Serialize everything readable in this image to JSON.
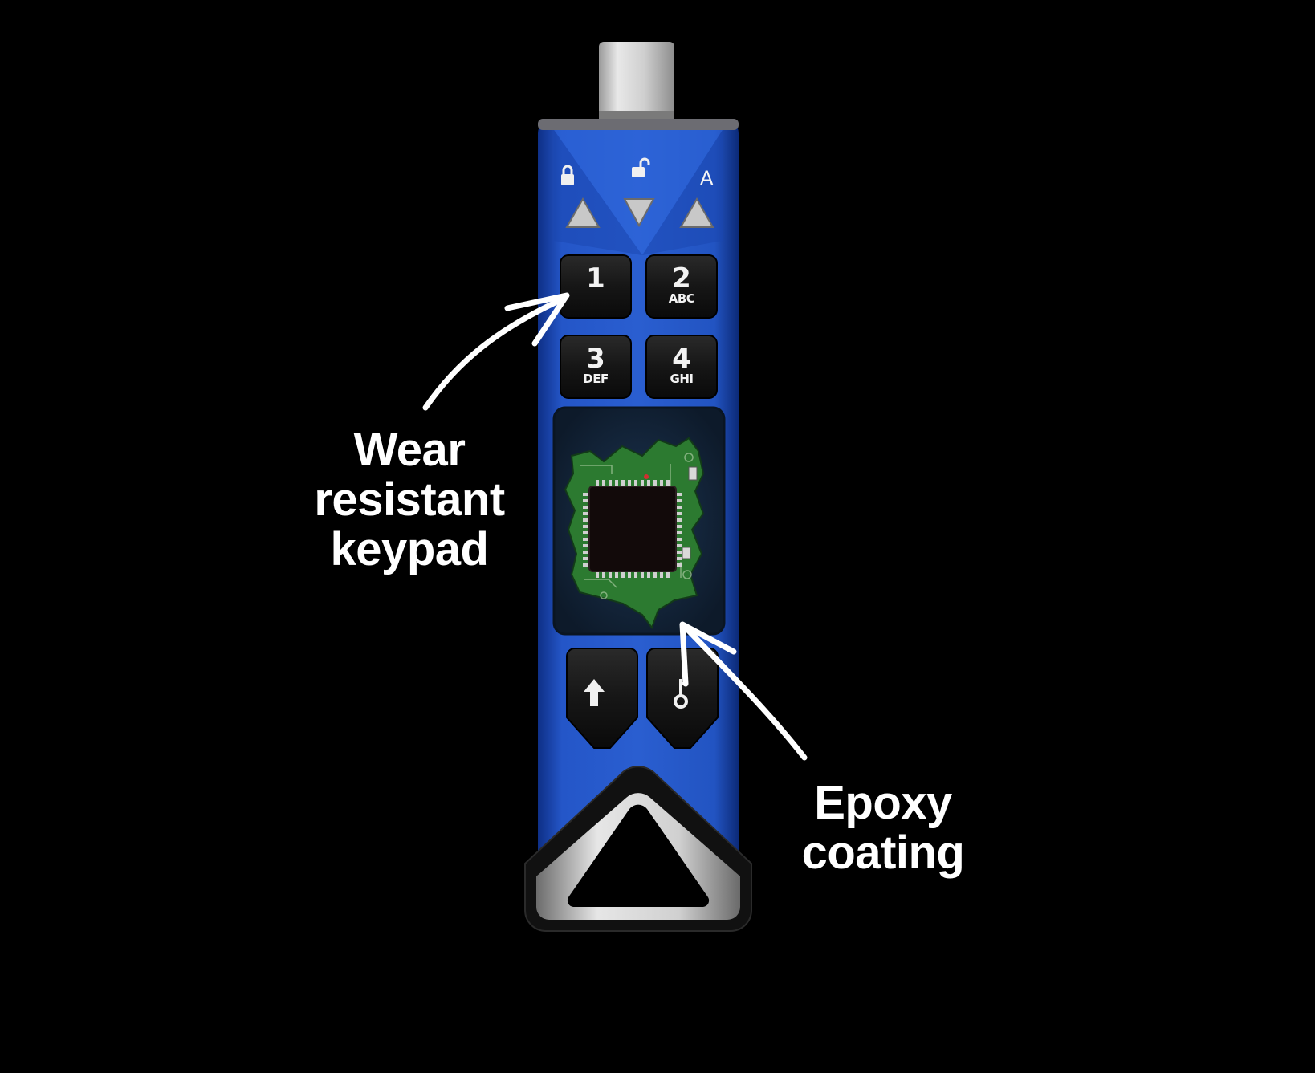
{
  "callouts": {
    "keypad": {
      "lines": [
        "Wear",
        "resistant",
        "keypad"
      ]
    },
    "epoxy": {
      "lines": [
        "Epoxy",
        "coating"
      ]
    }
  },
  "device": {
    "indicators": [
      {
        "icon": "lock-icon"
      },
      {
        "icon": "unlock-icon"
      },
      {
        "label": "A"
      }
    ],
    "keys": [
      {
        "number": "1",
        "letters": ""
      },
      {
        "number": "2",
        "letters": "ABC"
      },
      {
        "number": "3",
        "letters": "DEF"
      },
      {
        "number": "4",
        "letters": "GHI"
      }
    ],
    "function_keys": [
      {
        "icon": "shift-arrow-icon"
      },
      {
        "icon": "key-icon"
      }
    ]
  },
  "colors": {
    "background": "#000000",
    "body_blue": "#1f4fc0",
    "key_black": "#151515",
    "connector_silver": "#d9d9d9",
    "pcb_green": "#2e7a2e",
    "annotation": "#ffffff"
  }
}
